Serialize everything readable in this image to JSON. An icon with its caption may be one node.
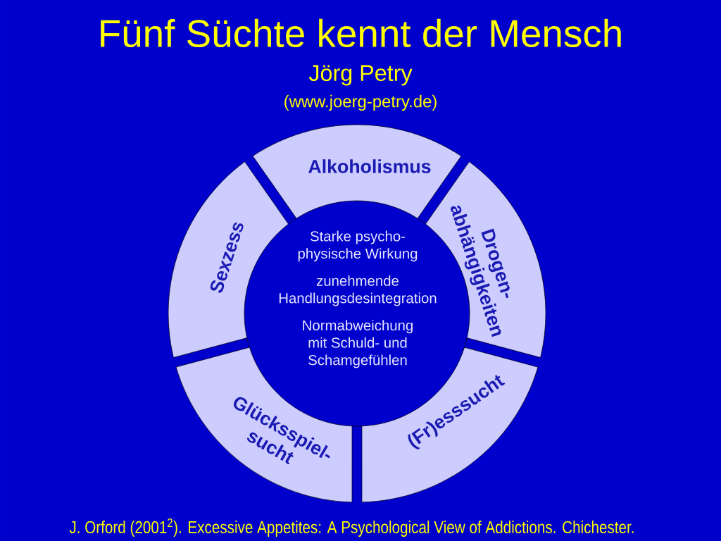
{
  "diagram": {
    "title": "Fünf Süchte kennt der Mensch",
    "nodes": [
      {
        "text": [
          "Alkoholismus"
        ]
      },
      {
        "text": [
          "Sexzess"
        ]
      },
      {
        "text": [
          "Drogen- abhängigkeiten"
        ]
      },
      {
        "text": [
          "Glücksspiel- sucht"
        ]
      },
      {
        "text": [
          "(Fr)esssucht"
        ]
      },
      {
        "text": [
          "Starke psycho- physische Wirkung",
          "zunehmende Handlungsdesintegration",
          "Normabweichung mit Schuld- und Schamgefühlen"
        ]
      }
    ],
    "edges": [],
    "labels": [
      "Jörg Petry",
      "(www.joerg-petry.de)"
    ],
    "caption": "J. Orford (2001$^{2}$). Excessive Appetites: A Psychological View of Addictions. Chichester."
  }
}
